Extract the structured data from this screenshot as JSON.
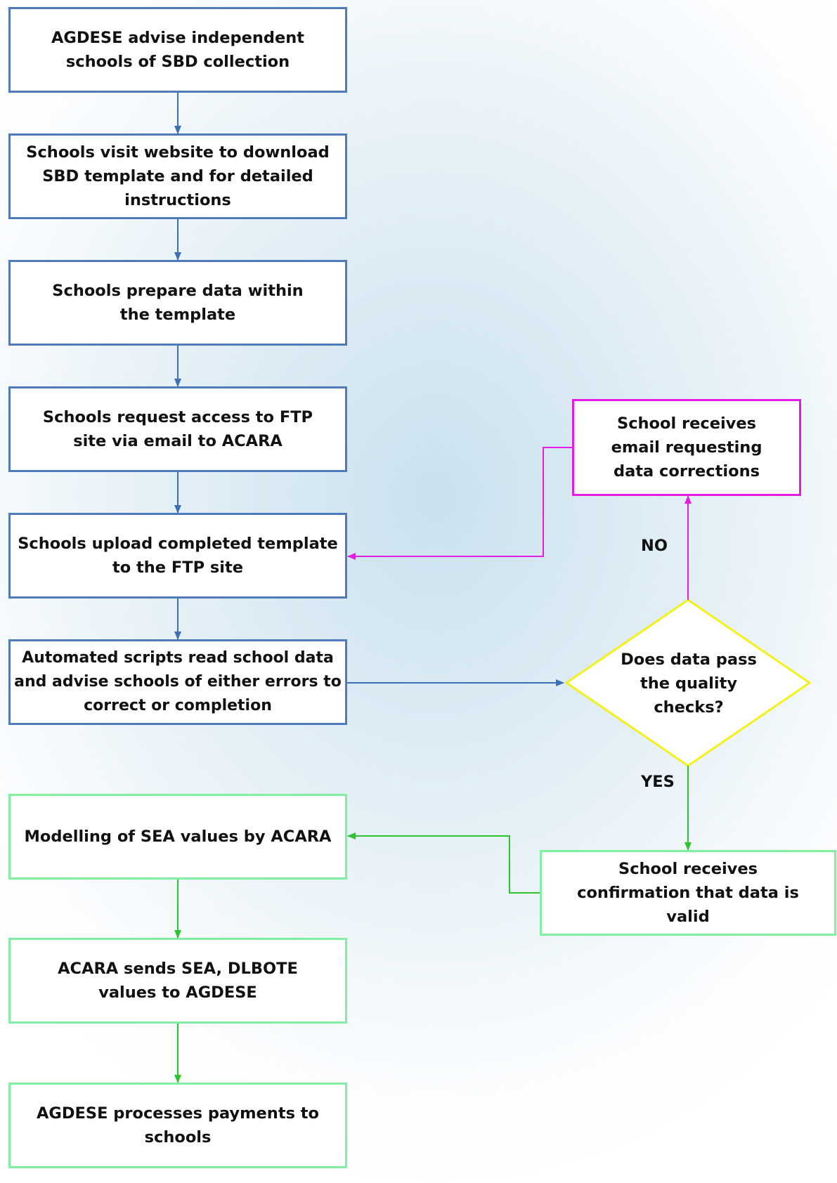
{
  "steps": {
    "advise": "AGDESE advise independent schools of SBD collection",
    "download": "Schools visit website to download SBD template and for detailed instructions",
    "prepare": "Schools prepare data within the template",
    "request_access": "Schools request access to FTP site via email to ACARA",
    "upload": "Schools upload completed template to the FTP site",
    "automated_scripts": "Automated scripts read school data and advise schools of either errors to correct or completion",
    "modelling": "Modelling of SEA values by ACARA",
    "acara_sends": "ACARA sends SEA, DLBOTE values to AGDESE",
    "payments": "AGDESE processes payments to schools",
    "corrections": "School receives email requesting data corrections",
    "confirmation": "School receives confirmation that data is valid"
  },
  "decision": {
    "question": "Does data pass the quality checks?",
    "no_label": "NO",
    "yes_label": "YES"
  },
  "colors": {
    "blue": "#4f7bbd",
    "green": "#7ff0a2",
    "green_line": "#2ec42e",
    "magenta": "#e61be6",
    "yellow": "#f4f01a"
  }
}
